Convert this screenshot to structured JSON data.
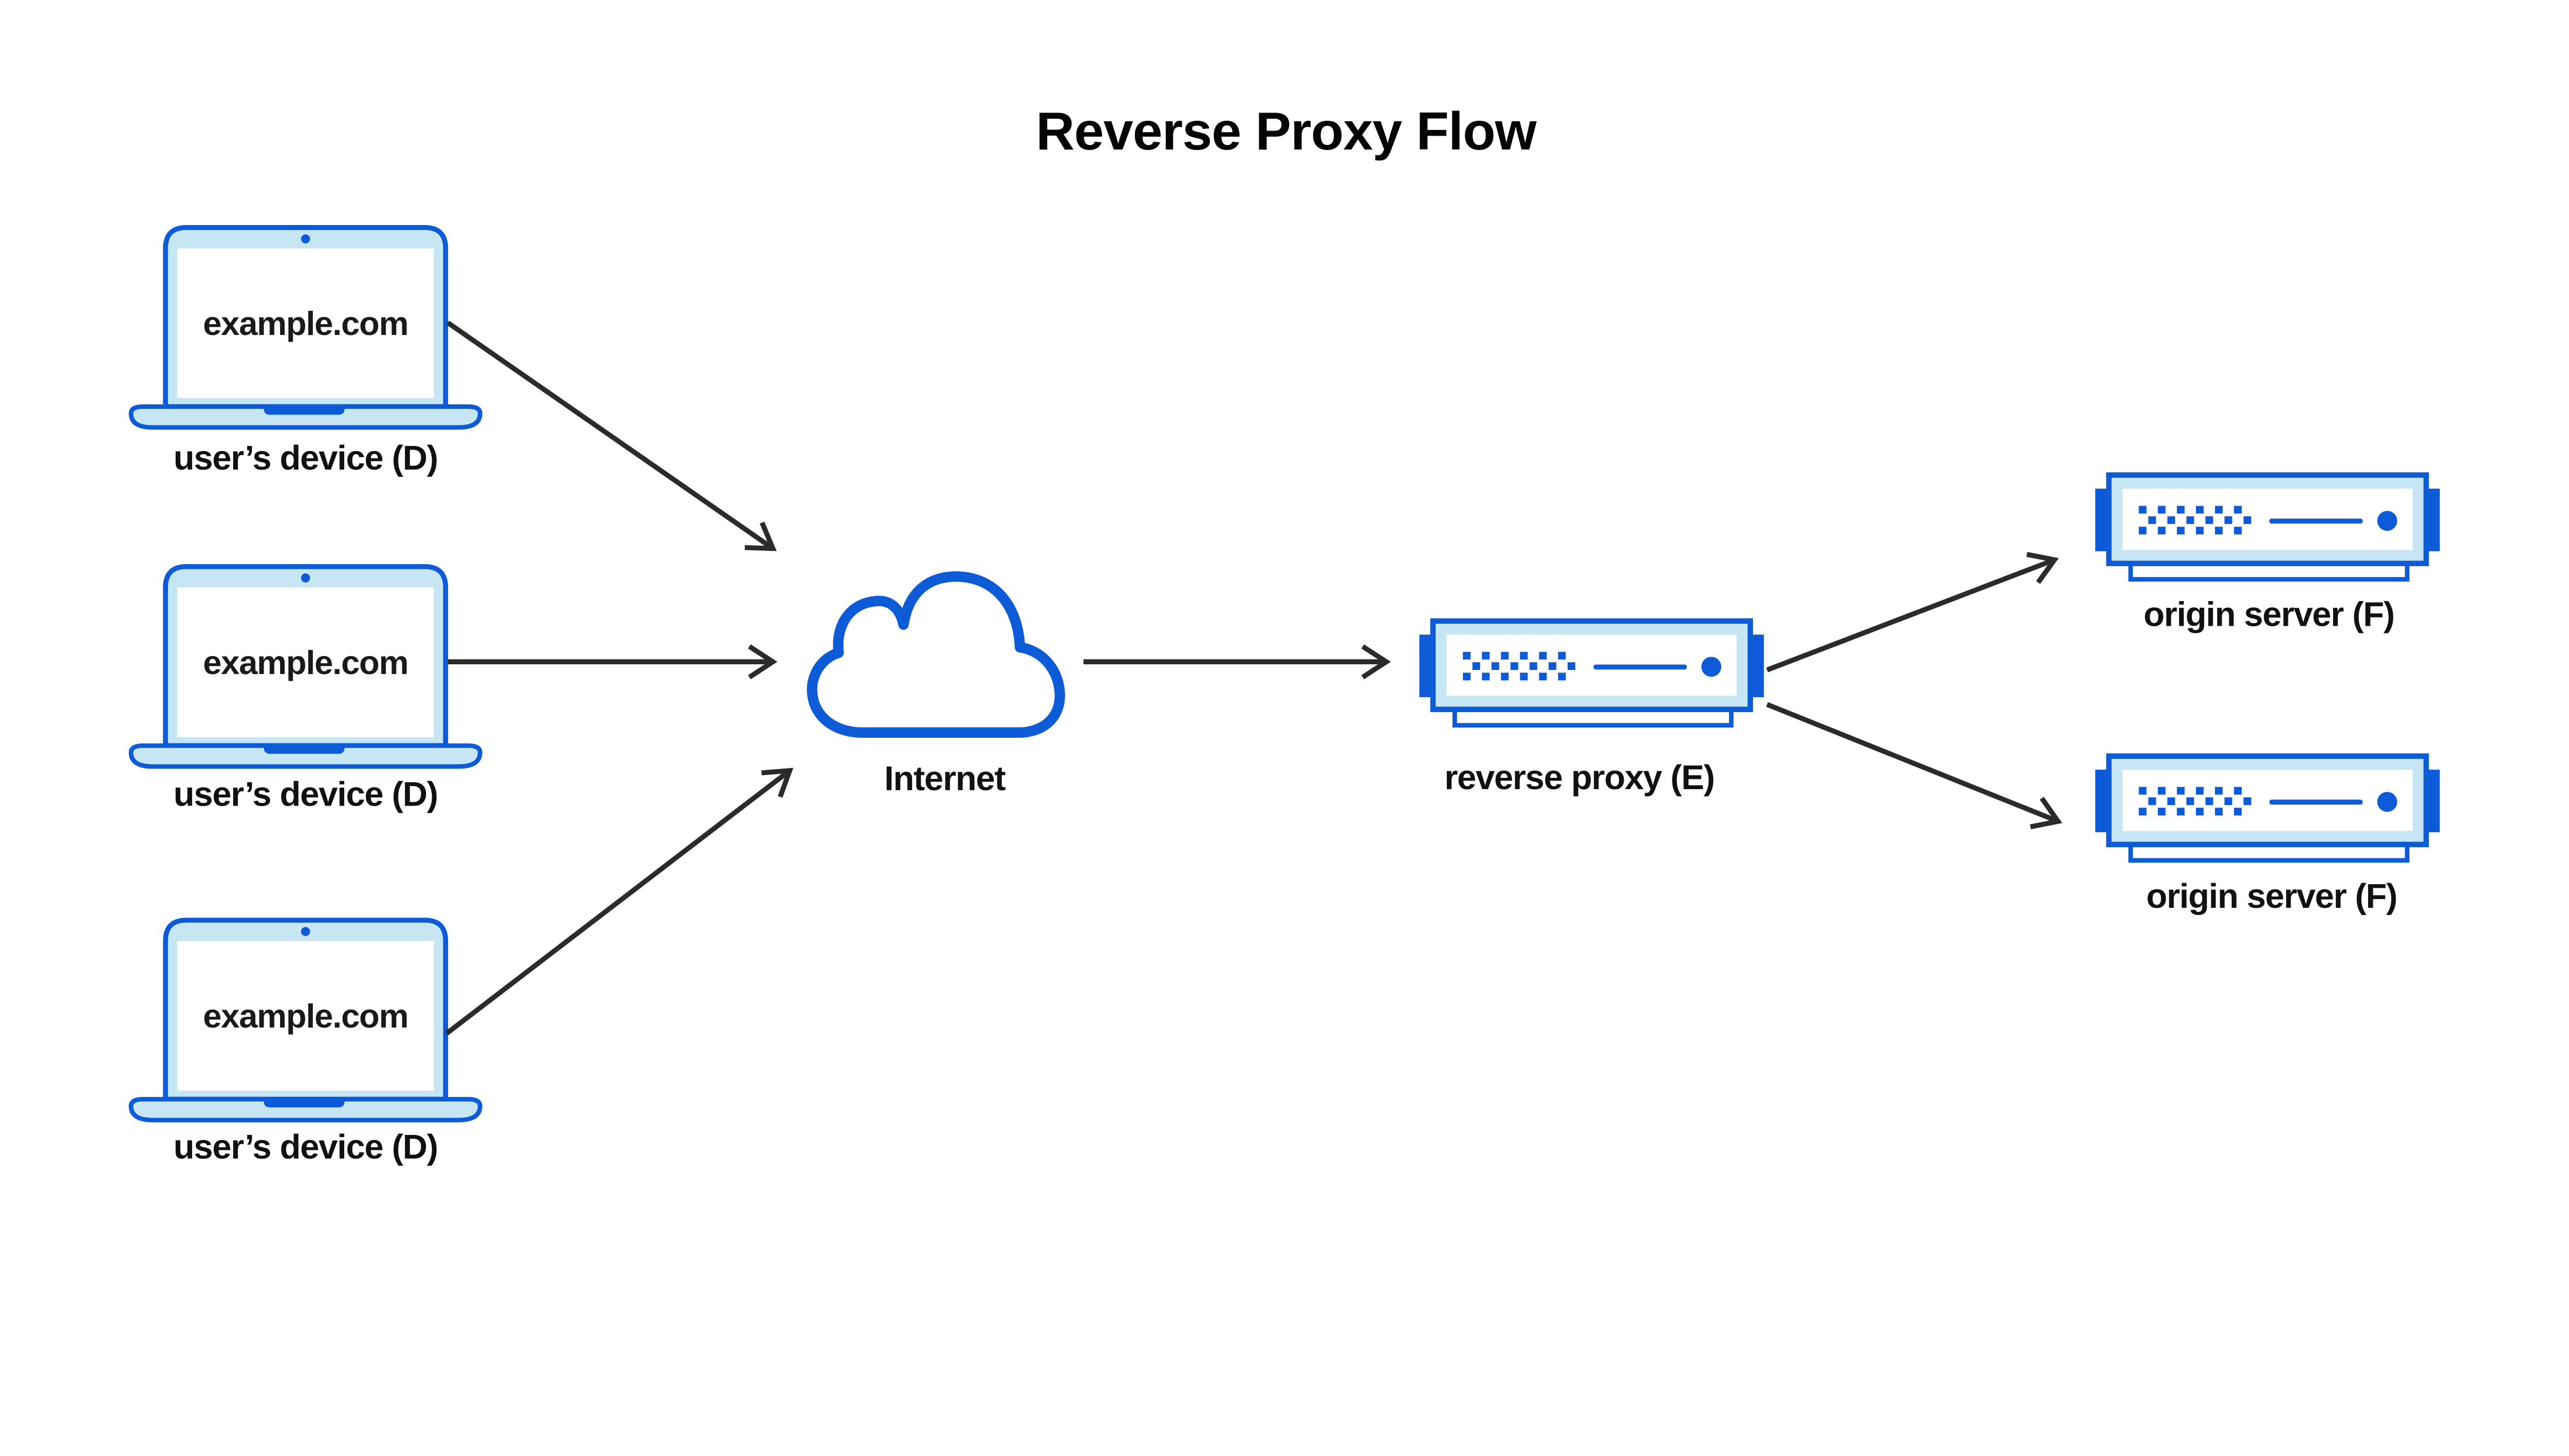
{
  "title": "Reverse Proxy Flow",
  "colors": {
    "primary_blue": "#0d5bd7",
    "light_blue": "#c7e6f3",
    "arrow_dark": "#2b2b2b",
    "label_text": "#111111",
    "screen_text": "#1a1a1a",
    "background": "#ffffff"
  },
  "icons": {
    "user_device": "laptop-icon",
    "internet": "cloud-icon",
    "reverse_proxy": "server-icon",
    "origin_server": "server-icon"
  },
  "nodes": {
    "devices": [
      {
        "screen_text": "example.com",
        "label": "user’s device (D)"
      },
      {
        "screen_text": "example.com",
        "label": "user’s device (D)"
      },
      {
        "screen_text": "example.com",
        "label": "user’s device (D)"
      }
    ],
    "internet": {
      "label": "Internet"
    },
    "reverse_proxy": {
      "label": "reverse proxy (E)"
    },
    "origin_servers": [
      {
        "label": "origin server (F)"
      },
      {
        "label": "origin server (F)"
      }
    ]
  },
  "flows": [
    {
      "from": "user’s device (D)",
      "to": "Internet"
    },
    {
      "from": "user’s device (D)",
      "to": "Internet"
    },
    {
      "from": "user’s device (D)",
      "to": "Internet"
    },
    {
      "from": "Internet",
      "to": "reverse proxy (E)"
    },
    {
      "from": "reverse proxy (E)",
      "to": "origin server (F)"
    },
    {
      "from": "reverse proxy (E)",
      "to": "origin server (F)"
    }
  ]
}
